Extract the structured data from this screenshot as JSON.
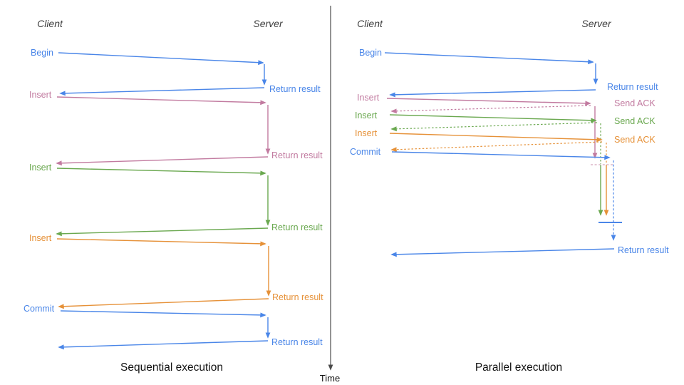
{
  "colors": {
    "blue": "#4a86e8",
    "pink": "#c27ba0",
    "green": "#6aa84f",
    "orange": "#e69138",
    "barrier_pink": "#d5a6bd",
    "axis_gray": "#595959",
    "header_gray": "#3f3f3f",
    "caption_black": "#111111"
  },
  "time_axis": {
    "label": "Time"
  },
  "sequential": {
    "client": "Client",
    "server": "Server",
    "caption": "Sequential execution",
    "rows": [
      {
        "label": "Begin",
        "response": "Return result"
      },
      {
        "label": "Insert",
        "response": "Return result"
      },
      {
        "label": "Insert",
        "response": "Return result"
      },
      {
        "label": "Insert",
        "response": "Return result"
      },
      {
        "label": "Commit",
        "response": "Return result"
      }
    ]
  },
  "parallel": {
    "client": "Client",
    "server": "Server",
    "caption": "Parallel execution",
    "rows": [
      {
        "label": "Begin",
        "response": "Return result"
      },
      {
        "label": "Insert",
        "response": "Send ACK"
      },
      {
        "label": "Insert",
        "response": "Send ACK"
      },
      {
        "label": "Insert",
        "response": "Send ACK"
      },
      {
        "label": "Commit",
        "response": "Return result"
      }
    ]
  }
}
